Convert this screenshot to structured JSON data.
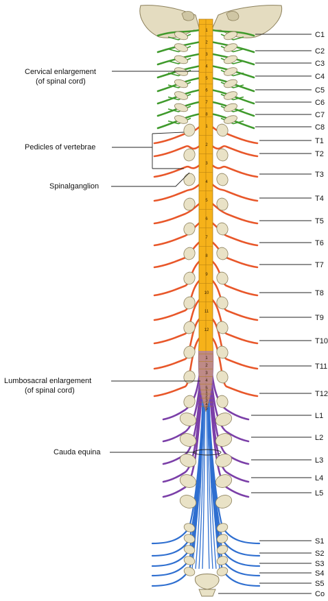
{
  "left_labels": {
    "cervical_l1": "Cervical enlargement",
    "cervical_l2": "(of spinal cord)",
    "pedicles": "Pedicles of vertebrae",
    "spinalganglion": "Spinalganglion",
    "lumbosacral_l1": "Lumbosacral enlargement",
    "lumbosacral_l2": "(of spinal cord)",
    "cauda": "Cauda equina"
  },
  "nerve_labels": [
    "C1",
    "C2",
    "C3",
    "C4",
    "C5",
    "C6",
    "C7",
    "C8",
    "T1",
    "T2",
    "T3",
    "T4",
    "T5",
    "T6",
    "T7",
    "T8",
    "T9",
    "T10",
    "T11",
    "T12",
    "L1",
    "L2",
    "L3",
    "L4",
    "L5",
    "S1",
    "S2",
    "S3",
    "S4",
    "S5",
    "Co"
  ],
  "cord_segments": {
    "cervical": [
      "1",
      "2",
      "3",
      "4",
      "5",
      "6",
      "7",
      "8"
    ],
    "thoracic": [
      "1",
      "2",
      "3",
      "4",
      "5",
      "6",
      "7",
      "8",
      "9",
      "10",
      "11",
      "12"
    ],
    "lumbar": [
      "1",
      "2",
      "3",
      "4",
      "5"
    ],
    "sacral": [
      "1",
      "2",
      "3",
      "4",
      "5"
    ]
  },
  "colors": {
    "cord": "#f6b21a",
    "cervical_nerve": "#3f9a2c",
    "thoracic_nerve": "#e8572a",
    "lumbar_nerve": "#7b3fa8",
    "sacral_nerve": "#2f6fd0",
    "bone": "#e9e2c6"
  }
}
